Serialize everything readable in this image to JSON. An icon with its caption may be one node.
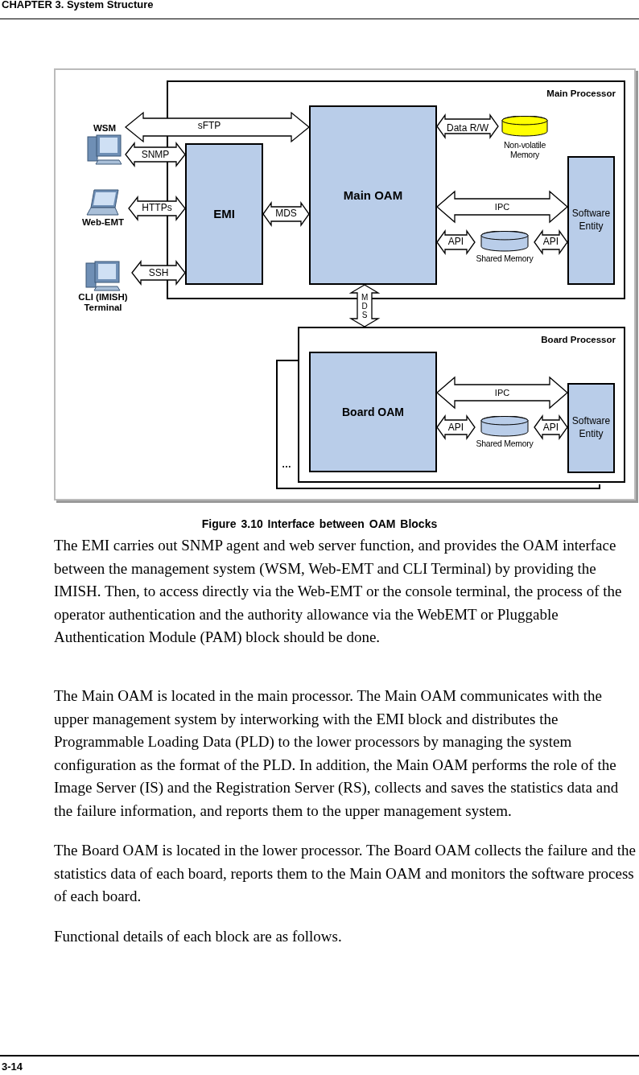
{
  "diagram": {
    "caption": "Figure 3.10 Interface between OAM Blocks",
    "nodes": [
      {
        "text": [
          "Main Processor"
        ]
      },
      {
        "text": [
          "EMI"
        ],
        "in": 0
      },
      {
        "text": [
          "Main OAM"
        ],
        "in": 0
      },
      {
        "text": [
          "Non-volatile Memory"
        ],
        "in": 0
      },
      {
        "text": [
          "Software Entity"
        ],
        "in": 0
      },
      {
        "text": [
          "Shared Memory"
        ],
        "in": 0
      },
      {
        "text": [
          "WSM"
        ]
      },
      {
        "text": [
          "Web-EMT"
        ]
      },
      {
        "text": [
          "CLI (IMISH) Terminal"
        ]
      },
      {
        "text": [
          "…"
        ]
      },
      {
        "text": [
          "Board Processor"
        ]
      },
      {
        "text": [
          "Board OAM"
        ],
        "in": 10
      },
      {
        "text": [
          "Software Entity"
        ],
        "in": 10
      },
      {
        "text": [
          "Shared Memory"
        ],
        "in": 10
      }
    ],
    "edges": [
      {
        "from": 6,
        "to": 2,
        "arrow": "both",
        "label": "sFTP"
      },
      {
        "from": 6,
        "to": 1,
        "arrow": "both",
        "label": "SNMP"
      },
      {
        "from": 7,
        "to": 1,
        "arrow": "both",
        "label": "HTTPs"
      },
      {
        "from": 8,
        "to": 1,
        "arrow": "both",
        "label": "SSH"
      },
      {
        "from": 1,
        "to": 2,
        "arrow": "both",
        "label": "MDS"
      },
      {
        "from": 2,
        "to": 3,
        "arrow": "both",
        "label": "Data R/W"
      },
      {
        "from": 2,
        "to": 4,
        "arrow": "both",
        "label": "IPC"
      },
      {
        "from": 2,
        "to": 5,
        "arrow": "both",
        "label": "API"
      },
      {
        "from": 5,
        "to": 4,
        "arrow": "both",
        "label": "API"
      },
      {
        "from": 2,
        "to": 10,
        "arrow": "both",
        "label": "MDS"
      },
      {
        "from": 11,
        "to": 12,
        "arrow": "both",
        "label": "IPC"
      },
      {
        "from": 11,
        "to": 13,
        "arrow": "both",
        "label": "API"
      },
      {
        "from": 13,
        "to": 12,
        "arrow": "both",
        "label": "API"
      }
    ],
    "labels": [
      "CHAPTER 3. System Structure",
      "The EMI carries out SNMP agent and web server function, and provides the OAM interface between the management system (WSM, Web-EMT and CLI Terminal) by providing the IMISH. Then, to access directly via the Web-EMT or the console terminal, the process of the operator authentication and the authority allowance via the WebEMT or Pluggable Authentication Module (PAM) block should be done.",
      "The Main OAM is located in the main processor. The Main OAM communicates with the upper management system by interworking with the EMI block and distributes the Programmable Loading Data (PLD) to the lower processors by managing the system configuration as the format of the PLD. In addition, the Main OAM performs the role of the Image Server (IS) and the Registration Server (RS), collects and saves the statistics data and the failure information, and reports them to the upper management system.",
      "The Board OAM is located in the lower processor. The Board OAM collects the failure and the statistics data of each board, reports them to the Main OAM and monitors the software process of each board.",
      "Functional details of each block are as follows.",
      "3-14"
    ]
  }
}
